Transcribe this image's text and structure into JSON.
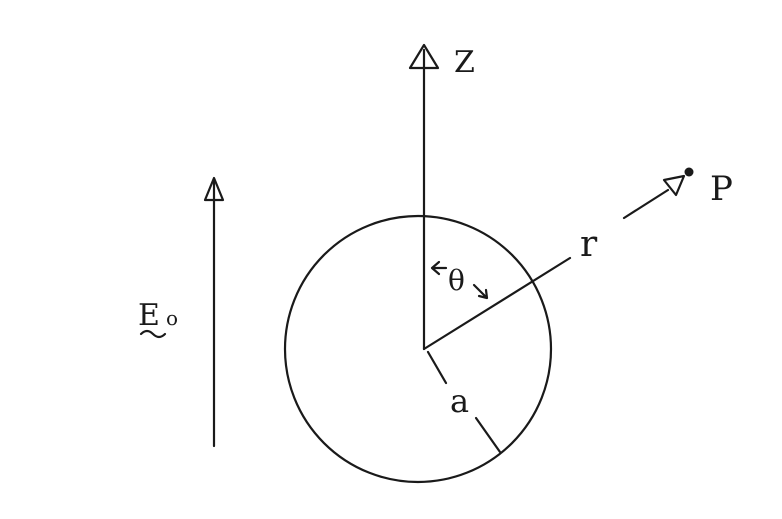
{
  "labels": {
    "z_axis": "Z",
    "point": "P",
    "radius_vector": "r",
    "angle": "θ",
    "sphere_radius": "a",
    "field_main": "E",
    "field_subscript": "o"
  }
}
